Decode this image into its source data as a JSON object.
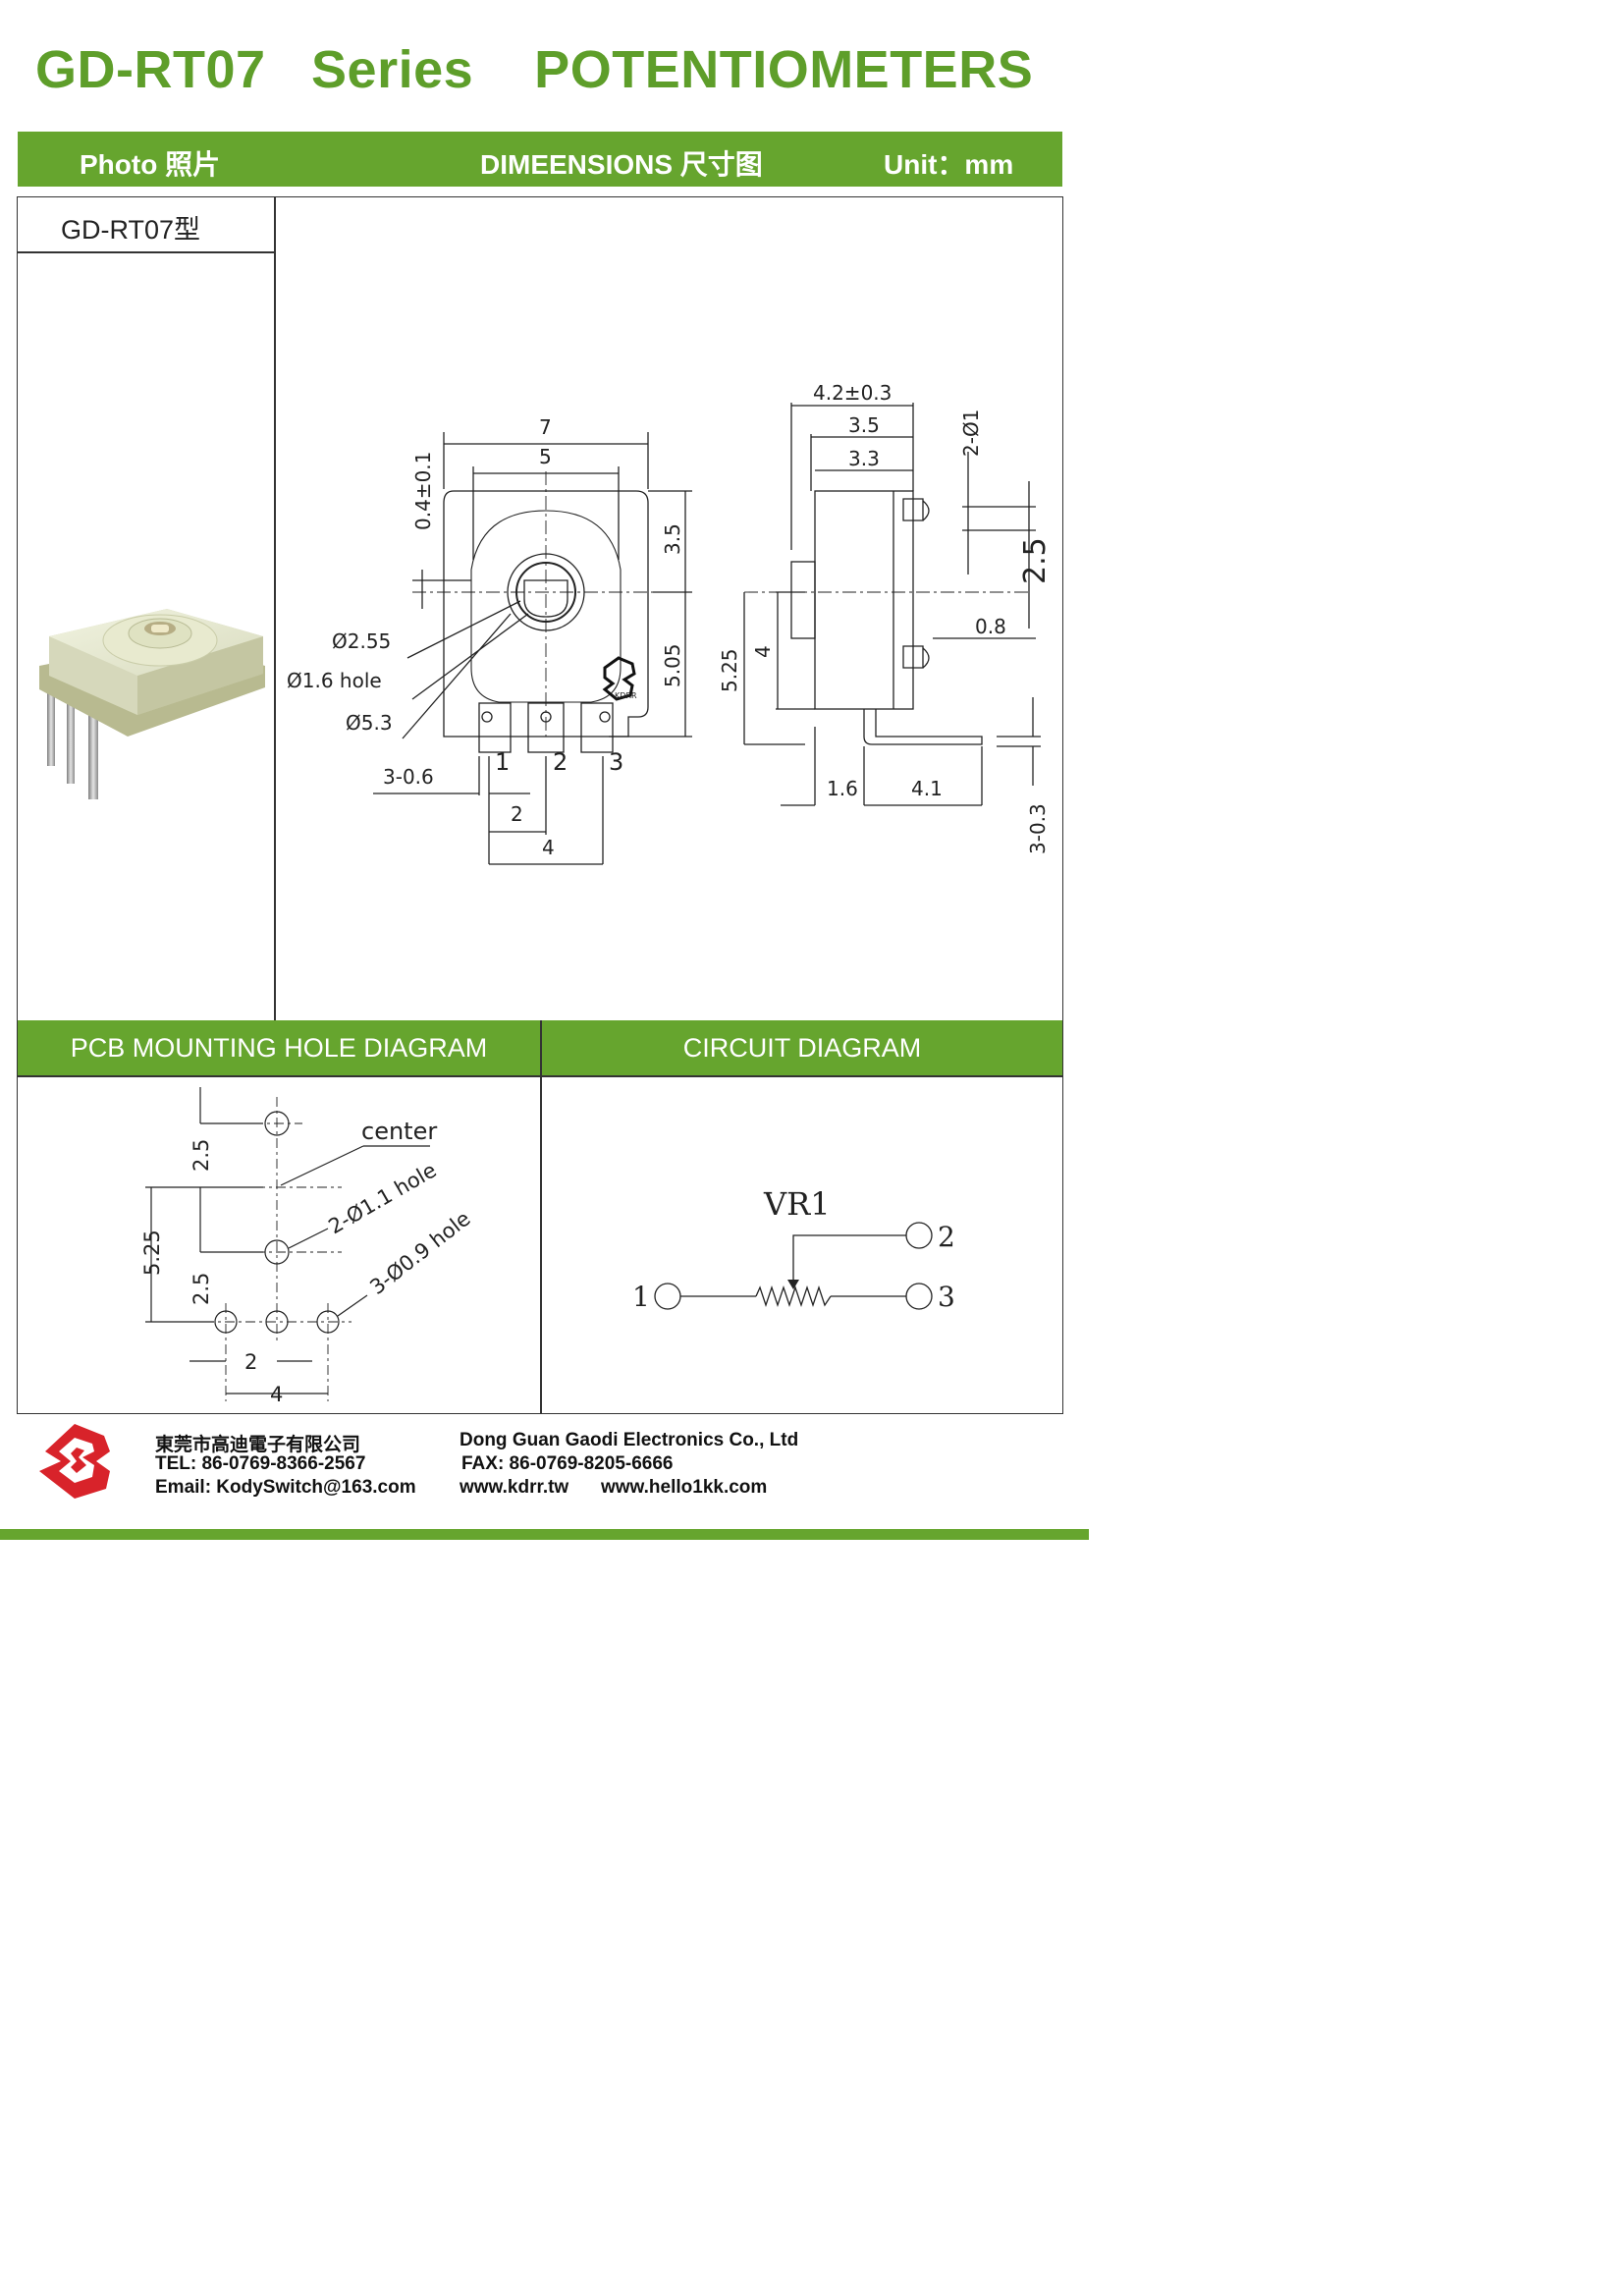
{
  "title": "GD-RT07   Series    POTENTIOMETERS",
  "band": {
    "photo_label": "Photo 照片",
    "dimensions_label": "DIMEENSIONS 尺寸图",
    "unit_label": "Unit：mm"
  },
  "model_label": "GD-RT07型",
  "front_view": {
    "width_outer": "7",
    "width_inner": "5",
    "offset_top": "0.4±0.1",
    "height_upper": "3.5",
    "height_lower": "5.05",
    "dia_2_55": "Ø2.55",
    "dia_hole": "Ø1.6 hole",
    "dia_5_3": "Ø5.3",
    "pin_width": "3-0.6",
    "pin_1": "1",
    "pin_2": "2",
    "pin_3": "3",
    "pitch_2": "2",
    "pitch_4": "4",
    "logo_text": "KDRR"
  },
  "side_view": {
    "depth_total": "4.2±0.3",
    "depth_3_5": "3.5",
    "depth_3_3": "3.3",
    "pin_dia": "2-Ø1",
    "pin_spacing": "2.5",
    "pin_len": "0.8",
    "height_5_25": "5.25",
    "height_4": "4",
    "offset_1_6": "1.6",
    "lead_4_1": "4.1",
    "lead_thk": "3-0.3"
  },
  "pcb": {
    "heading": "PCB MOUNTING HOLE DIAGRAM",
    "center_label": "center",
    "hole_2": "2-Ø1.1 hole",
    "hole_3": "3-Ø0.9 hole",
    "dim_2_5_top": "2.5",
    "dim_2_5_bottom": "2.5",
    "dim_5_25": "5.25",
    "dim_2": "2",
    "dim_4": "4"
  },
  "circuit": {
    "heading": "CIRCUIT DIAGRAM",
    "ref": "VR1",
    "pin_1": "1",
    "pin_2": "2",
    "pin_3": "3"
  },
  "footer": {
    "company_cn": "東莞市高迪電子有限公司",
    "tel": "TEL: 86-0769-8366-2567",
    "email": "Email: KodySwitch@163.com",
    "company_en": "Dong Guan Gaodi Electronics Co., Ltd",
    "fax": "FAX: 86-0769-8205-6666",
    "web1": "www.kdrr.tw",
    "web2": "www.hello1kk.com"
  },
  "colors": {
    "brand_green": "#66a52e",
    "title_green": "#5e9e2a",
    "logo_red": "#d8232a"
  }
}
